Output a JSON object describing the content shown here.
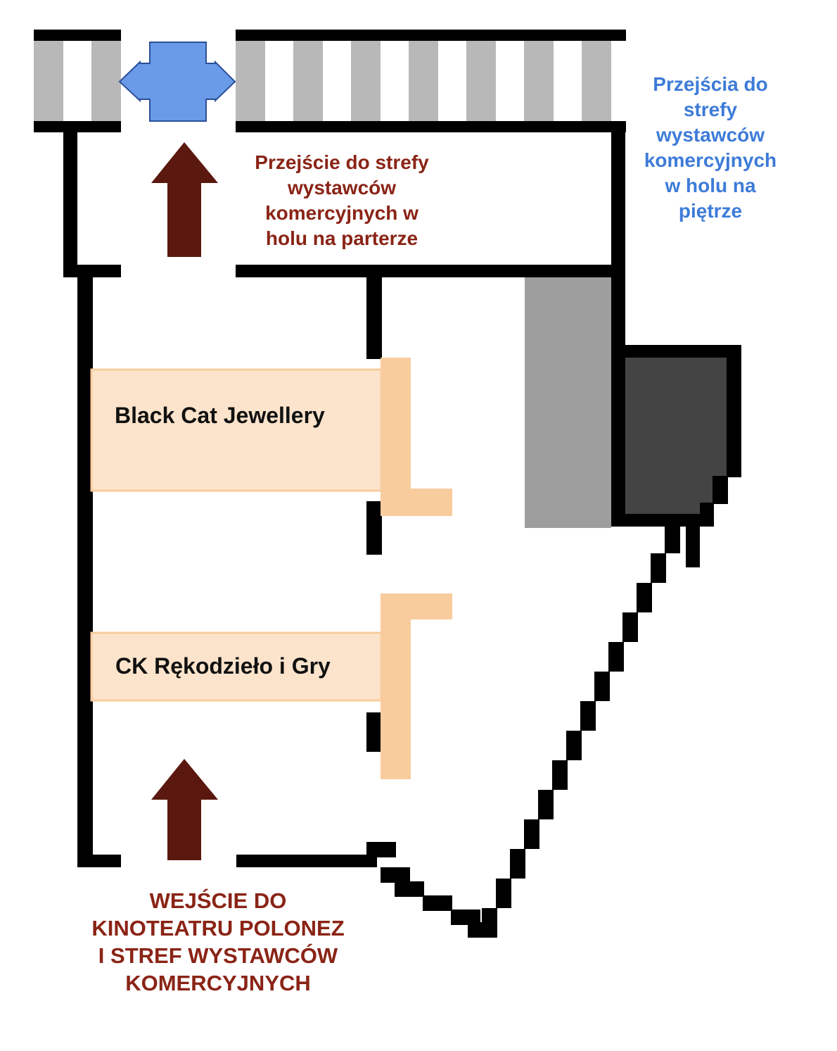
{
  "labels": {
    "upper_floor_passages": [
      "Przejścia do",
      "strefy",
      "wystawców",
      "komercyjnych",
      "w holu na",
      "piętrze"
    ],
    "ground_floor_passage": [
      "Przejście do strefy",
      "wystawców",
      "komercyjnych w",
      "holu na parterze"
    ],
    "entrance": [
      "WEJŚCIE DO",
      "KINOTEATRU POLONEZ",
      "I STREF WYSTAWCÓW",
      "KOMERCYJNYCH"
    ]
  },
  "shops": [
    {
      "name": "Black Cat Jewellery"
    },
    {
      "name": "CK Rękodzieło i Gry"
    }
  ],
  "icons": {
    "passage_arrow": "four-way-arrow-icon",
    "direction_arrow": "up-arrow-icon"
  },
  "colors": {
    "wall": "#000000",
    "stripe_gray": "#b8b8b8",
    "shop_fill": "#fce4cc",
    "shop_counter": "#f9cc9e",
    "light_gray_block": "#9e9e9e",
    "dark_gray_block": "#444444",
    "arrow_brown": "#5a180e",
    "passage_blue": "#6a9be8",
    "upper_text": "#3d7bd8",
    "ground_text": "#8a2416"
  }
}
